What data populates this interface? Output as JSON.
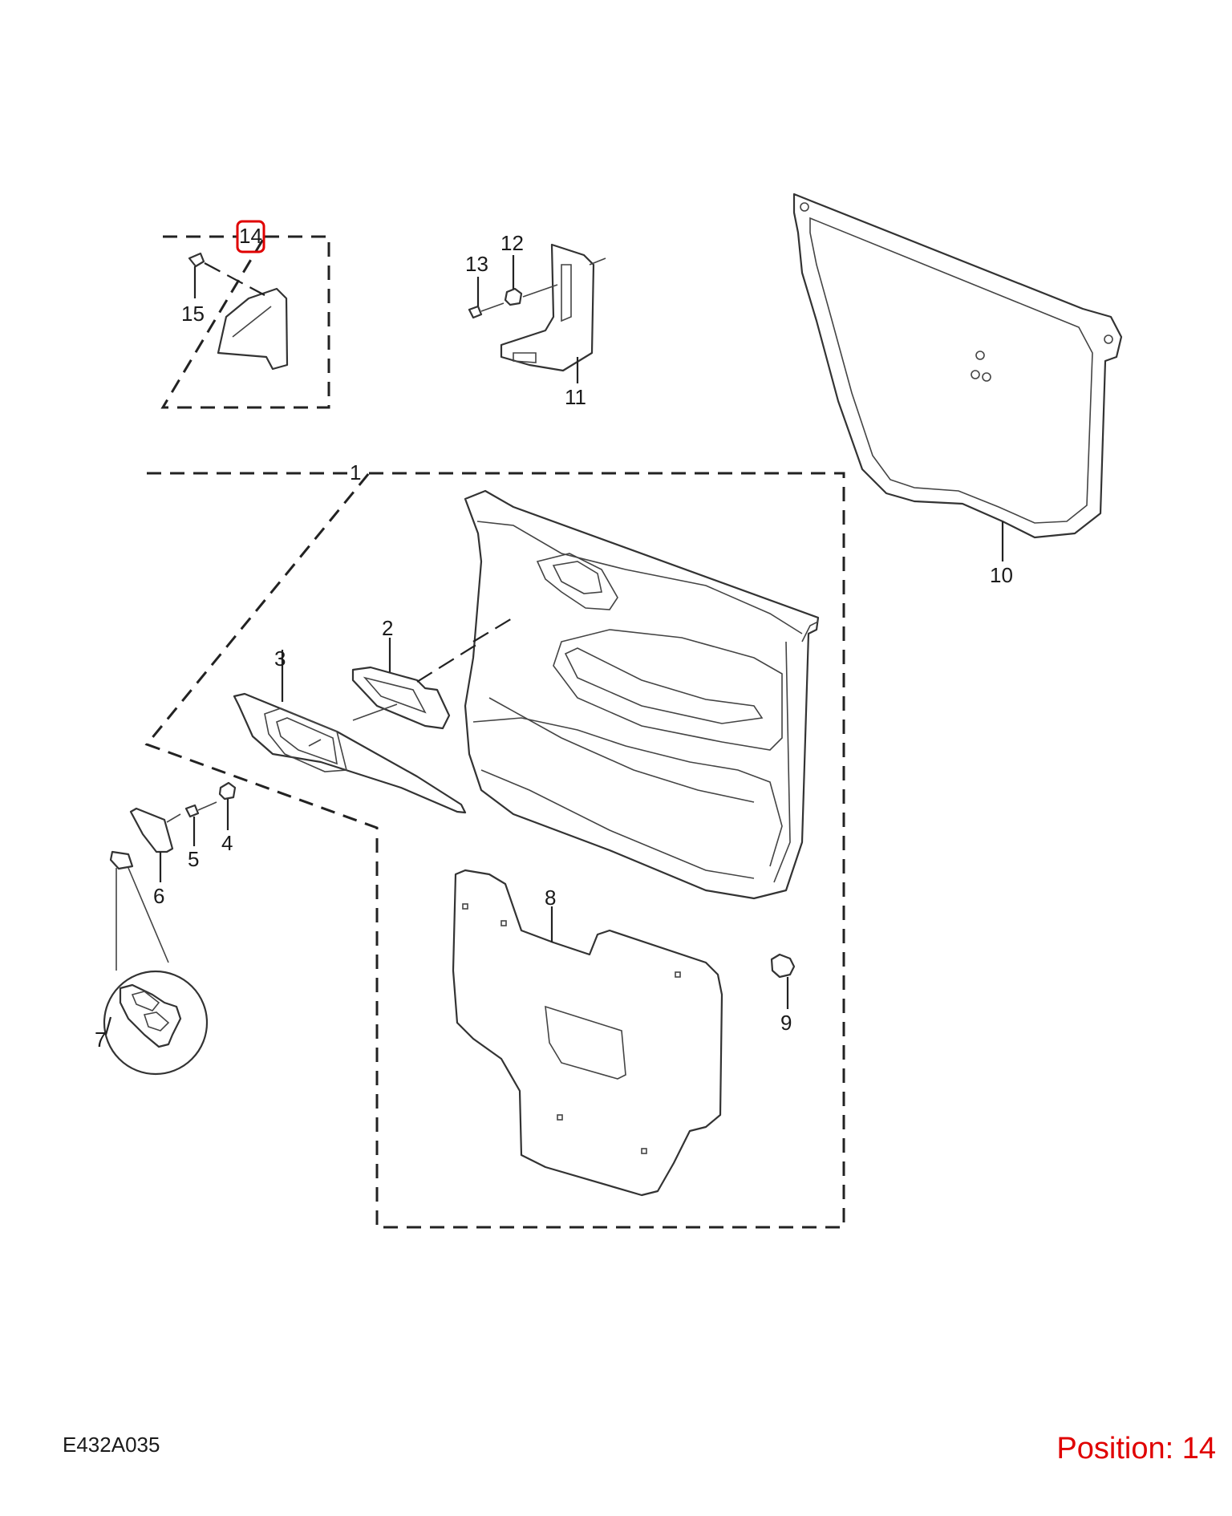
{
  "diagram": {
    "code": "E432A035",
    "position_label": "Position: 14",
    "highlight_color": "#e00000",
    "callouts": [
      "1",
      "2",
      "3",
      "4",
      "5",
      "6",
      "7",
      "8",
      "9",
      "10",
      "11",
      "12",
      "13",
      "14",
      "15"
    ],
    "highlighted_callout": "14"
  }
}
